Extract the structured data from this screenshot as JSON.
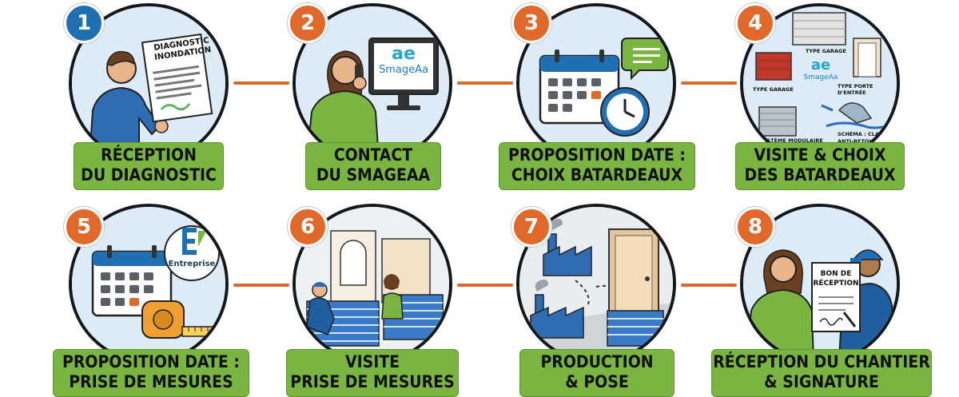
{
  "steps": [
    {
      "number": "1",
      "line1": "RÉCEPTION",
      "line2": "DU DIAGNOSTIC",
      "doc_title_1": "DIAGNOSTIC",
      "doc_title_2": "INONDATION"
    },
    {
      "number": "2",
      "line1": "CONTACT",
      "line2": "DU SMAGEAA",
      "logo_mark": "ae",
      "logo_text": "SmageAa"
    },
    {
      "number": "3",
      "line1": "PROPOSITION DATE :",
      "line2": "CHOIX BATARDEAUX"
    },
    {
      "number": "4",
      "line1": "VISITE & CHOIX",
      "line2": "DES BATARDEAUX",
      "tag_garage_1": "TYPE GARAGE",
      "tag_garage_2": "TYPE GARAGE",
      "tag_door": "TYPE PORTE D'ENTRÉE",
      "tag_modular": "SYSTÈME MODULAIRE",
      "tag_valve_1": "SCHÉMA : CLAPET",
      "tag_valve_2": "ANTI-RETOUR",
      "logo_mark": "ae",
      "logo_text": "SmageAa"
    },
    {
      "number": "5",
      "line1": "PROPOSITION DATE :",
      "line2": "PRISE DE MESURES",
      "company_text": "Entreprise"
    },
    {
      "number": "6",
      "line1": "VISITE",
      "line2": "PRISE DE MESURES"
    },
    {
      "number": "7",
      "line1": "PRODUCTION",
      "line2": "& POSE"
    },
    {
      "number": "8",
      "line1": "RÉCEPTION DU CHANTIER",
      "line2": "& SIGNATURE",
      "doc_title_1": "BON DE",
      "doc_title_2": "RÉCEPTION"
    }
  ],
  "colors": {
    "badge_blue": "#1f6fb2",
    "badge_orange": "#e0682a",
    "label_green": "#7bb541",
    "connector": "#d9692e",
    "circle_fill": "#dcebf6"
  },
  "icons": {
    "step1": "person-holding-document-icon",
    "step2": "woman-on-phone-computer-icon",
    "step3": "calendar-clock-chat-icon",
    "step4": "flood-barrier-types-icon",
    "step5": "calendar-tape-measure-icon",
    "step6": "site-visit-measuring-icon",
    "step7": "factory-production-install-icon",
    "step8": "signing-receipt-icon"
  }
}
